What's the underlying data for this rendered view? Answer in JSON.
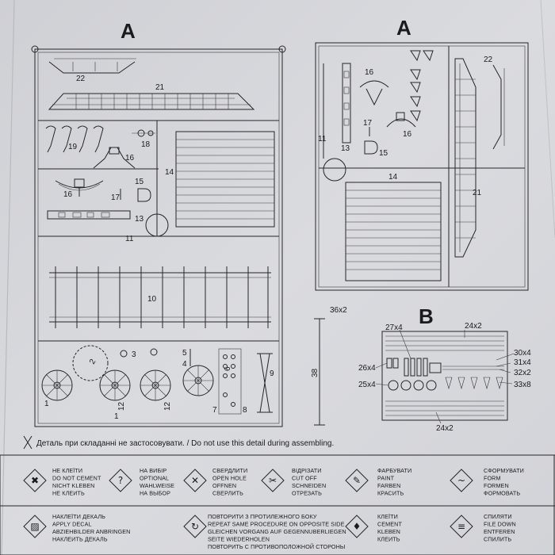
{
  "sprues": {
    "left_letter": "A",
    "right_letter": "A",
    "b_letter": "B",
    "dim_width": "36x2",
    "dim_height": "38",
    "left_labels": {
      "p22": "22",
      "p21": "21",
      "p19": "19",
      "p18": "18",
      "p16a": "16",
      "p16b": "16",
      "p14": "14",
      "p15": "15",
      "p17": "17",
      "p13": "13",
      "p11": "11",
      "p10": "10",
      "p2": "2",
      "p3": "3",
      "p5": "5",
      "p4": "4",
      "p6": "6",
      "p7": "7",
      "p8": "8",
      "p9": "9",
      "p1a": "1",
      "p1b": "1",
      "p12a": "12",
      "p12b": "12"
    },
    "right_labels": {
      "p16a": "16",
      "p16b": "16",
      "p17": "17",
      "p15": "15",
      "p11": "11",
      "p13": "13",
      "p14": "14",
      "p21": "21",
      "p22": "22"
    },
    "b_labels": {
      "p27": "27x4",
      "p24top": "24x2",
      "p26": "26x4",
      "p25": "25x4",
      "p30": "30x4",
      "p31": "31x4",
      "p32": "32x2",
      "p33": "33x8",
      "p24bot": "24x2"
    }
  },
  "note": {
    "text": "Деталь при складанні не застосовувати. / Do not use this detail during assembling."
  },
  "legend": {
    "items": [
      {
        "icon": "no-cement-icon",
        "lines": [
          "НЕ КЛЕЇТИ",
          "DO NOT CEMENT",
          "NICHT KLEBEN",
          "НЕ КЛЕИТЬ"
        ]
      },
      {
        "icon": "optional-icon",
        "lines": [
          "НА ВИБІР",
          "OPTIONAL",
          "WAHLWEISE",
          "НА ВЫБОР"
        ]
      },
      {
        "icon": "drill-icon",
        "lines": [
          "СВЕРДЛИТИ",
          "OPEN HOLE",
          "OFFNEN",
          "СВЕРЛИТЬ"
        ]
      },
      {
        "icon": "cut-icon",
        "lines": [
          "ВІДРІЗАТИ",
          "CUT OFF",
          "SCHNEIDEN",
          "ОТРЕЗАТЬ"
        ]
      },
      {
        "icon": "paint-icon",
        "lines": [
          "ФАРБУВАТИ",
          "PAINT",
          "FARBEN",
          "КРАСИТЬ"
        ]
      },
      {
        "icon": "form-icon",
        "lines": [
          "СФОРМУВАТИ",
          "FORM",
          "FORMEN",
          "ФОРМОВАТЬ"
        ]
      },
      {
        "icon": "decal-icon",
        "lines": [
          "НАКЛЕЇТИ ДЕКАЛЬ",
          "APPLY DECAL",
          "ABZIEHBILDER ANBRINGEN",
          "НАКЛЕИТЬ ДЕКАЛЬ"
        ]
      },
      {
        "icon": "repeat-icon",
        "lines": [
          "ПОВТОРИТИ З ПРОТИЛЕЖНОГО БОКУ",
          "REPEAT SAME PROCEDURE ON OPPOSITE SIDE",
          "GLEICHEN VORGANG AUF GEGENNUBERLIEGEN",
          "SEITE WIEDERHOLEN",
          "ПОВТОРИТЬ С ПРОТИВОПОЛОЖНОЙ СТОРОНЫ"
        ]
      },
      {
        "icon": "cement-icon",
        "lines": [
          "КЛЕЇТИ",
          "CEMENT",
          "KLEBEN",
          "КЛЕИТЬ"
        ]
      },
      {
        "icon": "file-icon",
        "lines": [
          "СПИЛЯТИ",
          "FILE DOWN",
          "ENTFEREN",
          "СПИЛИТЬ"
        ]
      }
    ]
  }
}
